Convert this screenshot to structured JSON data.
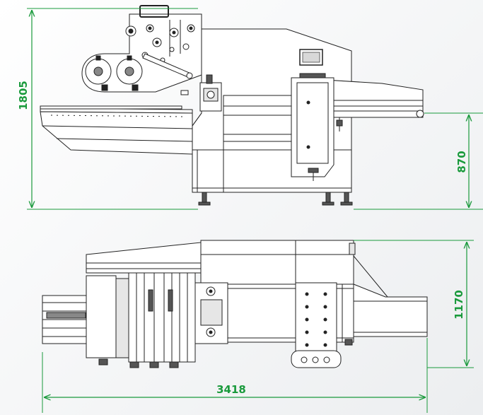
{
  "colors": {
    "dimension": "#1a9a3c",
    "line": "#222222",
    "fill_light": "#ffffff",
    "fill_gray": "#e6e6e6",
    "fill_dark": "#555555"
  },
  "dimensions": {
    "overall_height": "1805",
    "conveyor_height": "870",
    "overall_width": "1170",
    "overall_length": "3418"
  },
  "views": [
    "side-elevation-view",
    "top-plan-view"
  ]
}
